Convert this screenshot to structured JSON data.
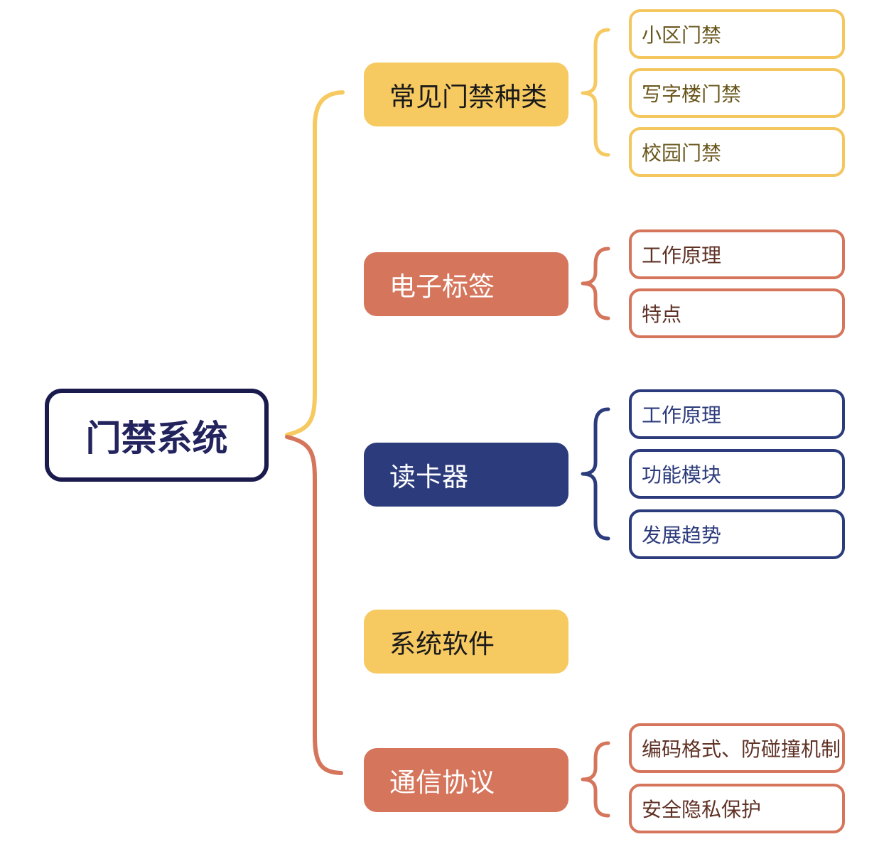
{
  "colors": {
    "yellow": "#F6CA61",
    "salmon": "#D5755C",
    "navy": "#2C3B7C",
    "root_border": "#1A1A4D",
    "root_text": "#23235E",
    "yellow_child_text": "#68561C",
    "salmon_child_text": "#5F3226",
    "navy_child_text": "#2C3B7C"
  },
  "root": {
    "label": "门禁系统"
  },
  "branches": [
    {
      "label": "常见门禁种类",
      "color": "yellow",
      "children": [
        "小区门禁",
        "写字楼门禁",
        "校园门禁"
      ]
    },
    {
      "label": "电子标签",
      "color": "salmon",
      "children": [
        "工作原理",
        "特点"
      ]
    },
    {
      "label": "读卡器",
      "color": "navy",
      "children": [
        "工作原理",
        "功能模块",
        "发展趋势"
      ]
    },
    {
      "label": "系统软件",
      "color": "yellow",
      "children": []
    },
    {
      "label": "通信协议",
      "color": "salmon",
      "children": [
        "编码格式、防碰撞机制",
        "安全隐私保护"
      ]
    }
  ]
}
